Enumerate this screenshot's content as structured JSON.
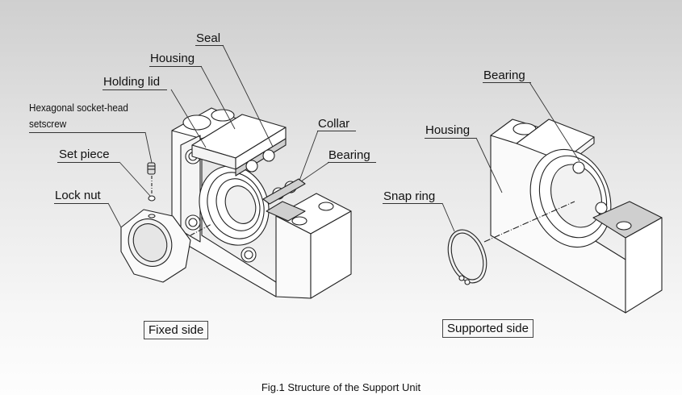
{
  "figure": {
    "caption": "Fig.1 Structure of the Support Unit",
    "fixed_side": {
      "title": "Fixed side",
      "labels": {
        "seal": "Seal",
        "housing": "Housing",
        "holding_lid": "Holding lid",
        "setscrew_line1": "Hexagonal socket-head",
        "setscrew_line2": "setscrew",
        "set_piece": "Set piece",
        "lock_nut": "Lock nut",
        "collar": "Collar",
        "bearing": "Bearing"
      }
    },
    "supported_side": {
      "title": "Supported side",
      "labels": {
        "bearing": "Bearing",
        "housing": "Housing",
        "snap_ring": "Snap ring"
      }
    }
  }
}
